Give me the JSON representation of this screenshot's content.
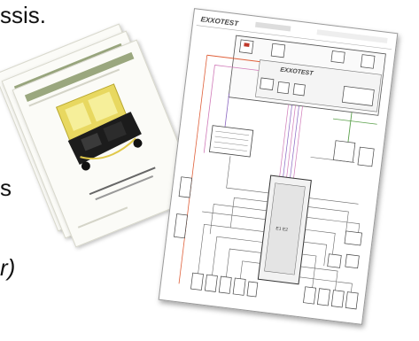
{
  "text_fragments": {
    "top": "ssis.",
    "middle": "s",
    "bottom": "r)"
  },
  "schematic": {
    "brand_top": "EXXOTEST",
    "brand_inner": "EXXOTEST"
  },
  "colors": {
    "text": "#111111",
    "brochure_header": "#9aa77e",
    "trainer_frame": "#e0c84a",
    "wire_orange": "#e0603a",
    "wire_pink": "#d07ab8",
    "wire_purple": "#8a64c0",
    "wire_green": "#5aa04a",
    "wire_gray": "#666666"
  }
}
